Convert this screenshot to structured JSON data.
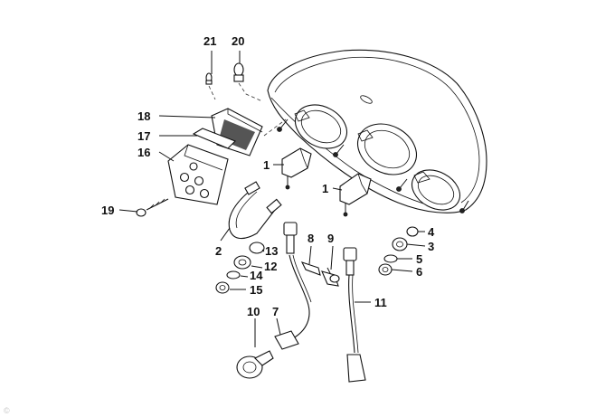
{
  "diagram": {
    "callouts": {
      "c1a": "1",
      "c1b": "1",
      "c2": "2",
      "c3": "3",
      "c4": "4",
      "c5": "5",
      "c6": "6",
      "c7": "7",
      "c8": "8",
      "c9": "9",
      "c10": "10",
      "c11": "11",
      "c12": "12",
      "c13": "13",
      "c14": "14",
      "c15": "15",
      "c16": "16",
      "c17": "17",
      "c18": "18",
      "c19": "19",
      "c20": "20",
      "c21": "21"
    },
    "watermark": "©"
  }
}
